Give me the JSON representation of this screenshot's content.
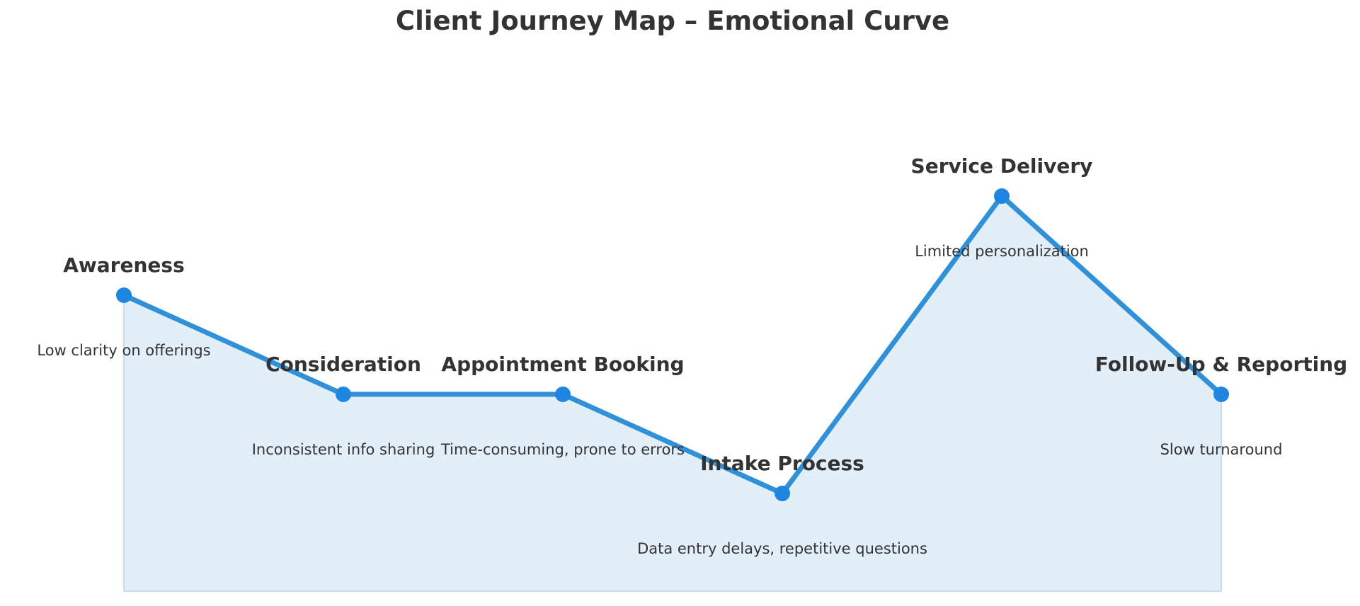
{
  "chart_data": {
    "type": "area",
    "title": "Client Journey Map – Emotional Curve",
    "xlabel": "",
    "ylabel": "",
    "grid": false,
    "axes_visible": false,
    "legend": "none",
    "emotion_scale": {
      "min": 1,
      "max": 4
    },
    "stages": [
      {
        "label": "Awareness",
        "note": "Low clarity on offerings",
        "emotion": 3
      },
      {
        "label": "Consideration",
        "note": "Inconsistent info sharing",
        "emotion": 2
      },
      {
        "label": "Appointment Booking",
        "note": "Time-consuming, prone to errors",
        "emotion": 2
      },
      {
        "label": "Intake Process",
        "note": "Data entry delays, repetitive questions",
        "emotion": 1
      },
      {
        "label": "Service Delivery",
        "note": "Limited personalization",
        "emotion": 4
      },
      {
        "label": "Follow-Up & Reporting",
        "note": "Slow turnaround",
        "emotion": 2
      }
    ],
    "colors": {
      "line": "#3090D8",
      "marker": "#1E86E0",
      "area_fill": "#E2EEF8",
      "area_border": "#C9DCEE",
      "text": "#333333"
    }
  }
}
